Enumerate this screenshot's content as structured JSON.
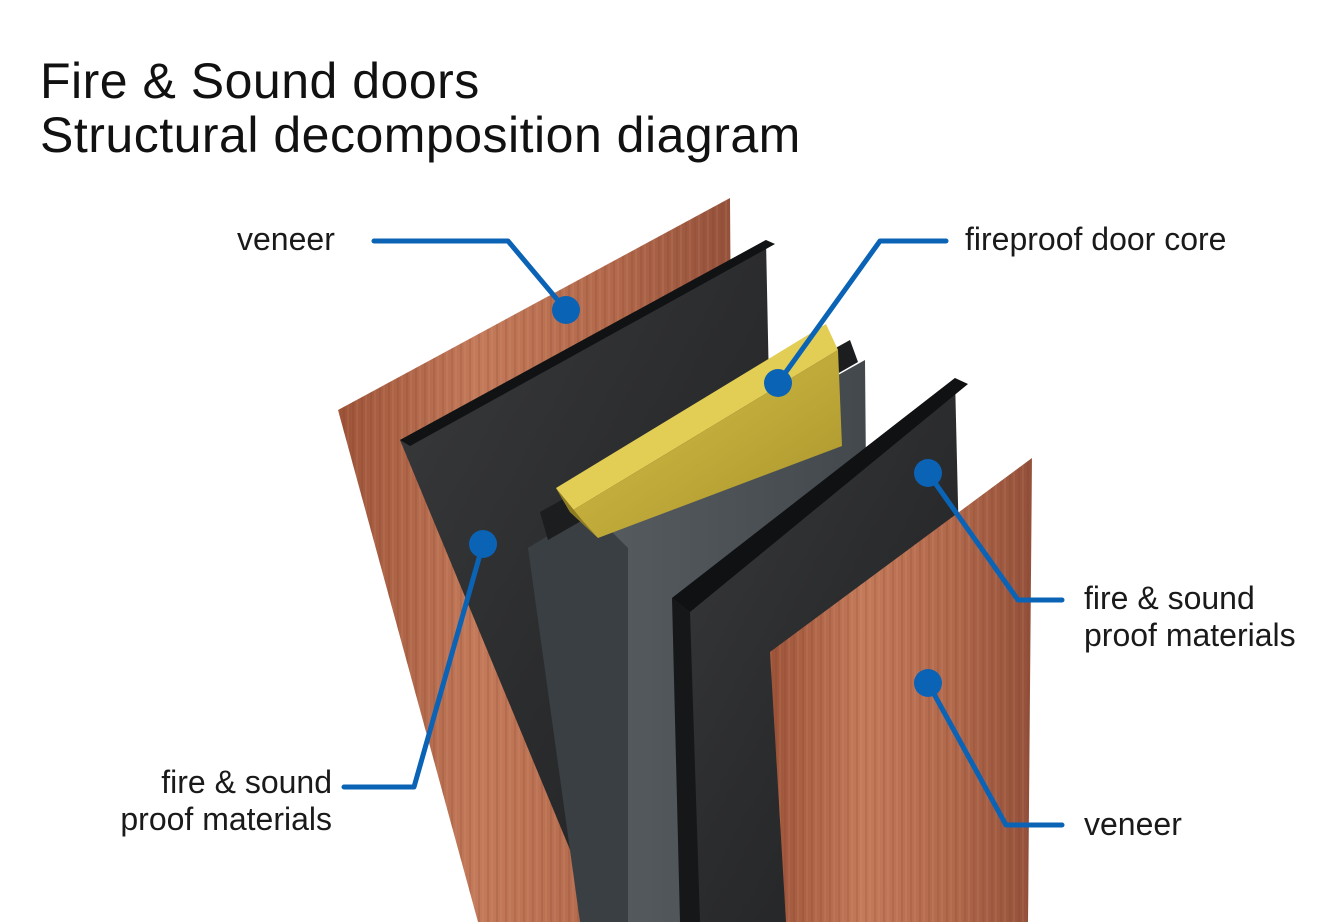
{
  "title": {
    "line1": "Fire & Sound doors",
    "line2": "Structural decomposition diagram"
  },
  "labels": {
    "veneer_back": "veneer",
    "core": "fireproof door core",
    "material_right_line1": "fire & sound",
    "material_right_line2": "proof materials",
    "material_left_line1": "fire & sound",
    "material_left_line2": "proof materials",
    "veneer_front": "veneer"
  },
  "colors": {
    "leader": "#0b63b5",
    "wood": "#b5674a",
    "wood_dark": "#8e4a33",
    "panel_black": "#2a2b2d",
    "core_gray": "#4d5256",
    "core_yellow": "#c9b33a"
  }
}
